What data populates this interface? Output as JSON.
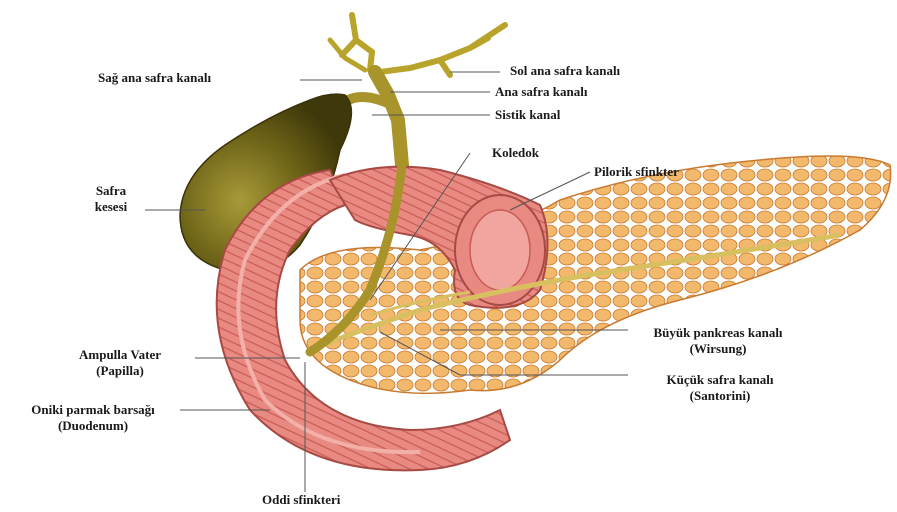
{
  "labels": {
    "sag_ana_safra_kanali": "Sağ ana safra kanalı",
    "sol_ana_safra_kanali": "Sol ana safra kanalı",
    "ana_safra_kanali": "Ana safra kanalı",
    "sistik_kanal": "Sistik  kanal",
    "koledok": "Koledok",
    "pilorik_sfinkter": "Pilorik sfinkter",
    "safra_kesesi_1": "Safra",
    "safra_kesesi_2": "kesesi",
    "buyuk_pankreas_kanali_1": "Büyük pankreas kanalı",
    "buyuk_pankreas_kanali_2": "(Wirsung)",
    "kucuk_safra_kanali_1": "Küçük safra kanalı",
    "kucuk_safra_kanali_2": "(Santorini)",
    "ampulla_vater_1": "Ampulla Vater",
    "ampulla_vater_2": "(Papilla)",
    "onikiparmak_1": "Oniki parmak barsağı",
    "onikiparmak_2": "(Duodenum)",
    "oddi_sfinkteri": "Oddi  sfinkteri"
  },
  "colors": {
    "gallbladder": "#6e6418",
    "duct": "#b8a42a",
    "pancreas": "#e8a050",
    "pancreas_light": "#f4c07a",
    "duodenum": "#d86a62",
    "duodenum_inner": "#e8928a",
    "stomach": "#d8706a",
    "leader_line": "#555555"
  }
}
